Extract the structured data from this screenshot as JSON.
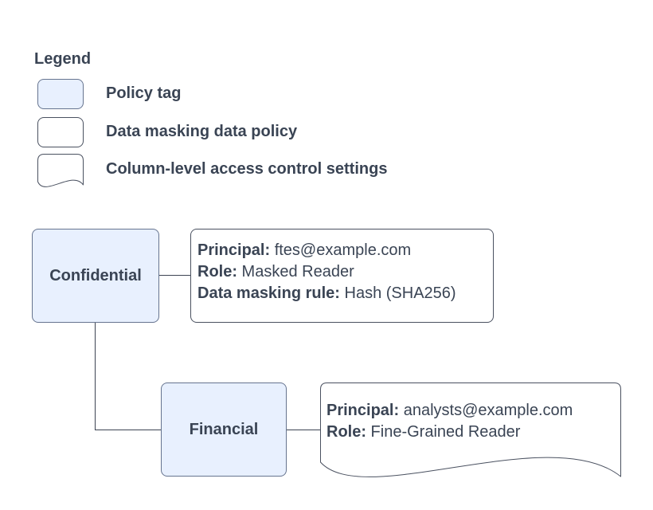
{
  "colors": {
    "policy_tag_fill": "#e8f0fe",
    "policy_tag_border": "#66748f",
    "box_border": "#4a5160",
    "text": "#3a4454",
    "connector": "#3d4452",
    "white_fill": "#ffffff"
  },
  "legend": {
    "title": "Legend",
    "items": [
      {
        "shape": "policy-tag-swatch",
        "label": "Policy tag"
      },
      {
        "shape": "data-masking-policy-swatch",
        "label": "Data masking data policy"
      },
      {
        "shape": "column-access-document-swatch",
        "label": "Column-level access control settings"
      }
    ]
  },
  "diagram": {
    "nodes": [
      {
        "id": "confidential",
        "type": "policy-tag",
        "label": "Confidential"
      },
      {
        "id": "financial",
        "type": "policy-tag",
        "label": "Financial"
      }
    ],
    "masking_policy": {
      "lines": [
        {
          "label": "Principal:",
          "value": " ftes@example.com"
        },
        {
          "label": "Role:",
          "value": " Masked Reader"
        },
        {
          "label": "Data masking rule:",
          "value": " Hash (SHA256)"
        }
      ]
    },
    "column_access_settings": {
      "lines": [
        {
          "label": "Principal:",
          "value": " analysts@example.com"
        },
        {
          "label": "Role:",
          "value": " Fine-Grained Reader"
        }
      ]
    }
  }
}
